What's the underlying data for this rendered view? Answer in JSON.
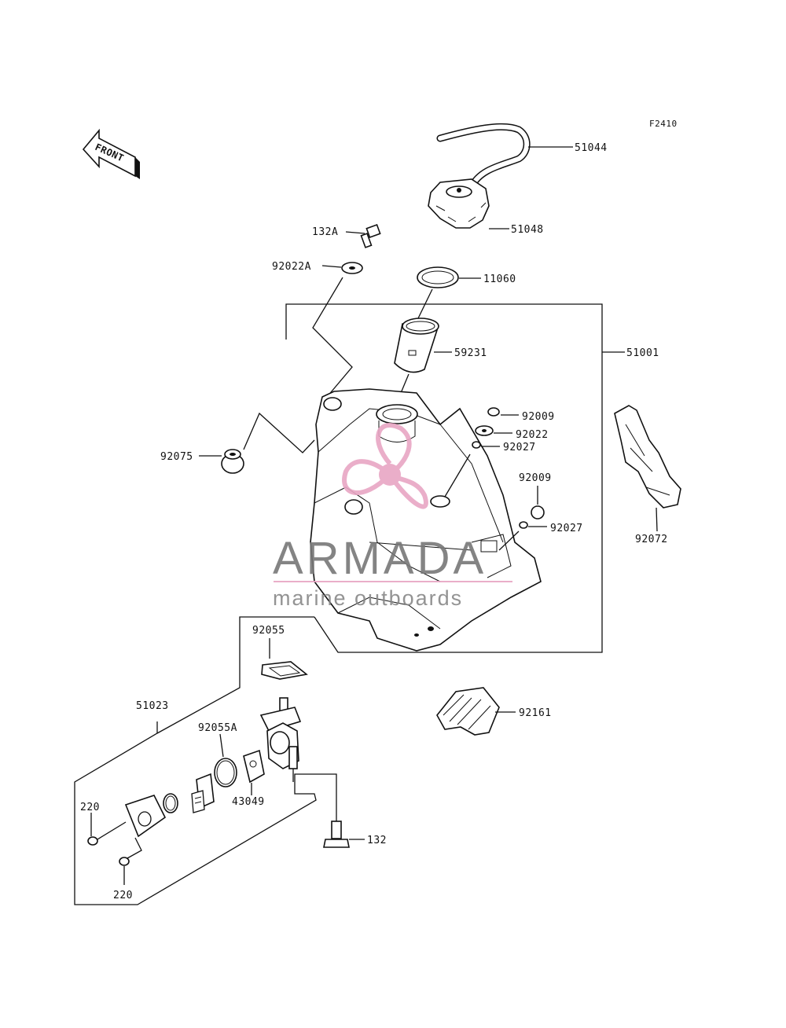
{
  "figure_code": "F2410",
  "front_arrow_label": "FRONT",
  "watermark": {
    "brand": "ARMADA",
    "tagline": "marine outboards",
    "accent_color": "#e8a6c4"
  },
  "part_labels": {
    "p51044": "51044",
    "p51048": "51048",
    "p132A": "132A",
    "p92022A": "92022A",
    "p11060": "11060",
    "p59231": "59231",
    "p51001": "51001",
    "p92009a": "92009",
    "p92022": "92022",
    "p92027a": "92027",
    "p92075": "92075",
    "p92009b": "92009",
    "p92027b": "92027",
    "p92072": "92072",
    "p92055": "92055",
    "p51023": "51023",
    "p92055A": "92055A",
    "p43049": "43049",
    "p92161": "92161",
    "p220a": "220",
    "p132": "132",
    "p220b": "220"
  }
}
